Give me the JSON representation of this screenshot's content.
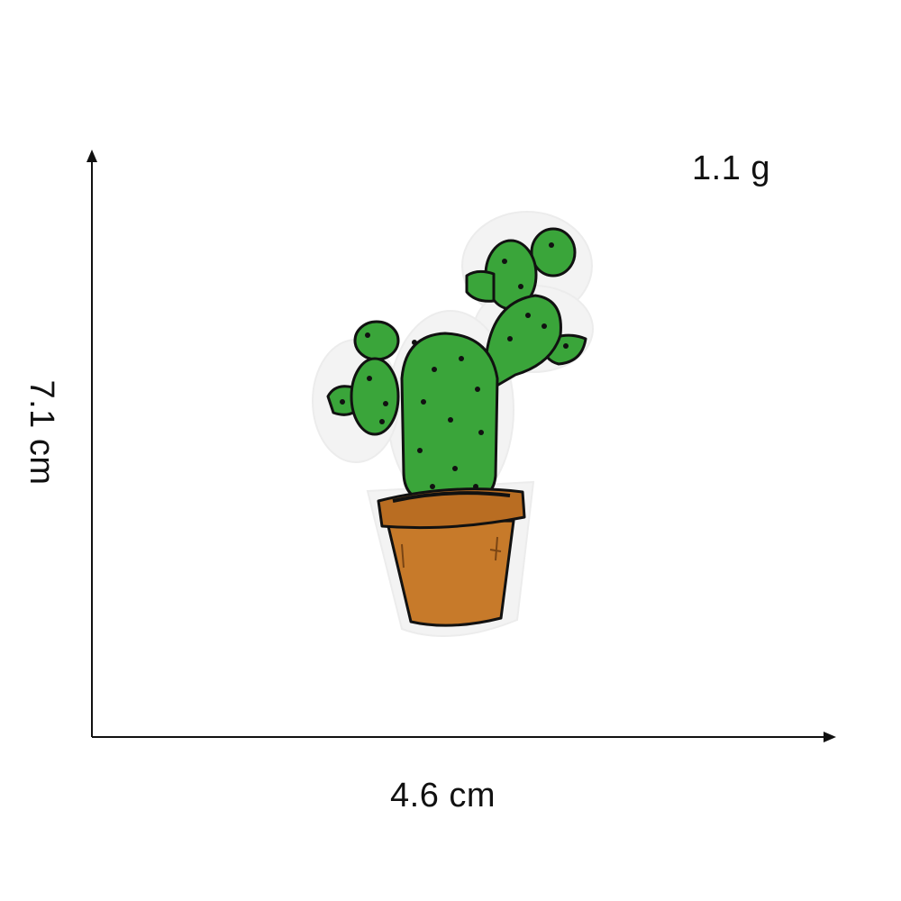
{
  "product": {
    "weight_label": "1.1 g",
    "width_label": "4.6 cm",
    "height_label": "7.1 cm"
  },
  "image": {
    "subject": "cactus-in-pot-embroidered-patch",
    "colors": {
      "cactus_green": "#3aa53a",
      "cactus_dark": "#2a7d2a",
      "pot_brown": "#c77a2a",
      "pot_rim": "#b96d22",
      "outline": "#111111",
      "patch_border": "#f3f3f3"
    }
  }
}
